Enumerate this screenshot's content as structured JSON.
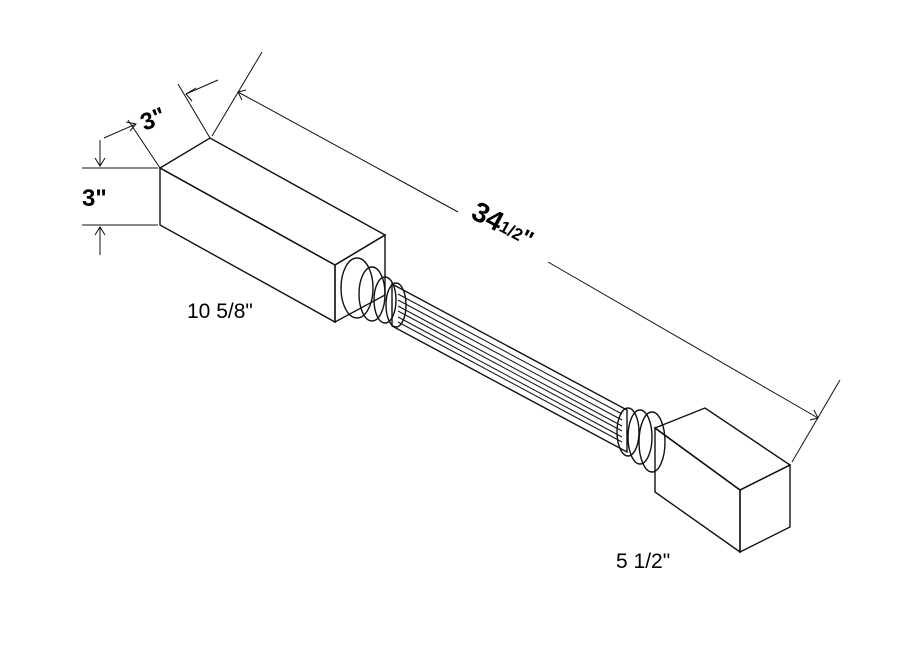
{
  "dimensions": {
    "width_label": "3\"",
    "height_label": "3\"",
    "length_label_main": "34",
    "length_label_fraction": "1/2",
    "length_label_inch": "\"",
    "base_block_label": "10 5/8\"",
    "end_block_label": "5 1/2\""
  },
  "colors": {
    "line": "#111111",
    "face_light": "#ffffff",
    "face_mid": "#f2f2f2",
    "face_dark": "#e6e6e6"
  }
}
